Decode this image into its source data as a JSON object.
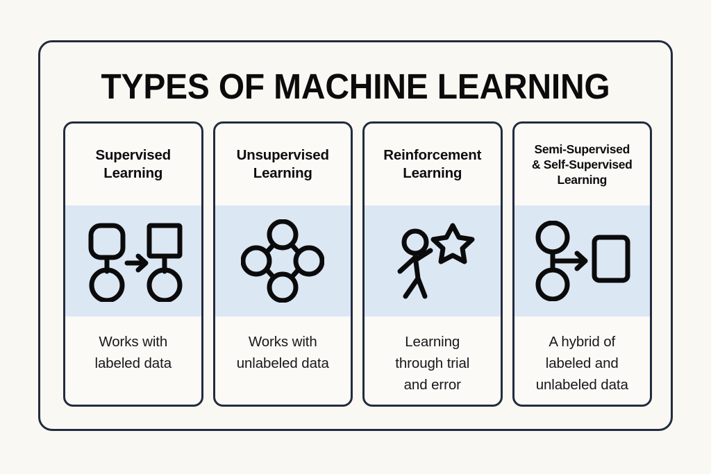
{
  "page": {
    "background_color": "#faf8f3",
    "frame_border_color": "#222b3f",
    "card_background_color": "#fbfaf6",
    "icon_band_color": "#dce7f4",
    "text_color": "#0d0d0f"
  },
  "title": "TYPES OF MACHINE LEARNING",
  "cards": [
    {
      "heading": "Supervised\nLearning",
      "heading_lines": [
        "Supervised",
        "Learning"
      ],
      "icon": "rounded-square-to-square-nodes-arrow-icon",
      "caption": "Works with\nlabeled data",
      "caption_lines": [
        "Works with",
        "labeled data"
      ]
    },
    {
      "heading": "Unsupervised\nLearning",
      "heading_lines": [
        "Unsupervised",
        "Learning"
      ],
      "icon": "four-node-diamond-cluster-icon",
      "caption": "Works with\nunlabeled data",
      "caption_lines": [
        "Works with",
        "unlabeled data"
      ]
    },
    {
      "heading": "Reinforcement\nLearning",
      "heading_lines": [
        "Reinforcement",
        "Learning"
      ],
      "icon": "person-reaching-for-star-icon",
      "caption": "Learning\nthrough trial\nand error",
      "caption_lines": [
        "Learning",
        "through trial",
        "and error"
      ]
    },
    {
      "heading": "Semi-Supervised\n& Self-Supervised\nLearning",
      "heading_lines": [
        "Semi-Supervised",
        "& Self-Supervised",
        "Learning"
      ],
      "icon": "two-circles-arrow-to-square-icon",
      "caption": "A hybrid of\nlabeled and\nunlabeled data",
      "caption_lines": [
        "A hybrid of",
        "labeled and",
        "unlabeled data"
      ]
    }
  ]
}
